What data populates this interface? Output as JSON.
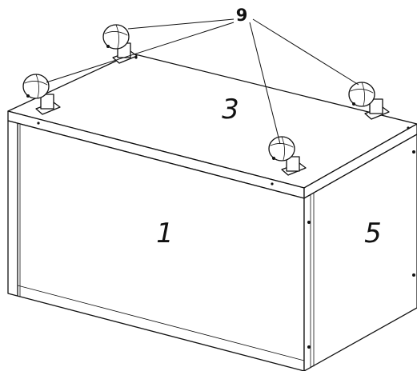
{
  "figure": {
    "callout_label": "9",
    "part_labels": {
      "front_face": "1",
      "top_face": "3",
      "side_face": "5"
    },
    "casters": {
      "count": 4,
      "items": [
        {
          "position": "back-left"
        },
        {
          "position": "front-left"
        },
        {
          "position": "back-right"
        },
        {
          "position": "front-right"
        }
      ]
    }
  }
}
